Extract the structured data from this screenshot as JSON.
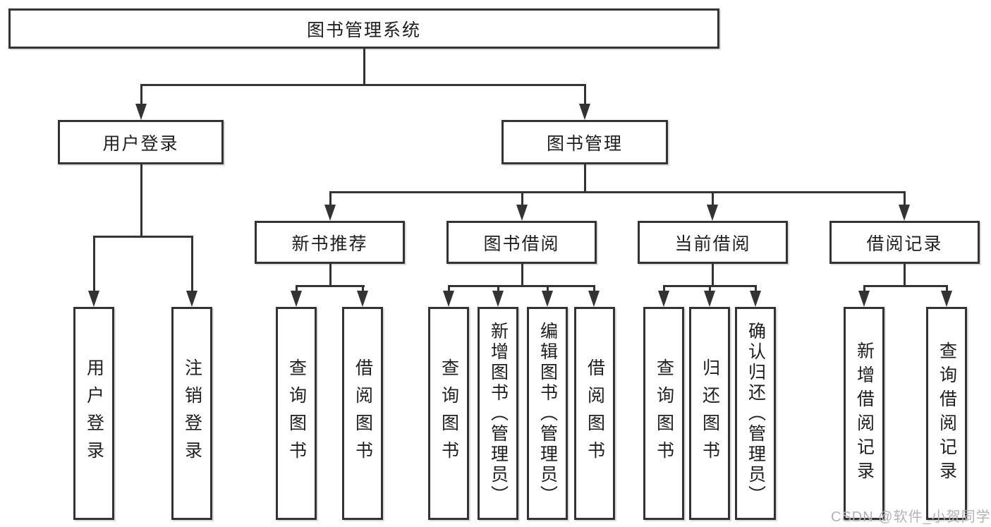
{
  "tree": {
    "label": "图书管理系统",
    "children": [
      {
        "label": "用户登录",
        "children": [
          {
            "label": "用户登录"
          },
          {
            "label": "注销登录"
          }
        ]
      },
      {
        "label": "图书管理",
        "children": [
          {
            "label": "新书推荐",
            "children": [
              {
                "label": "查询图书"
              },
              {
                "label": "借阅图书"
              }
            ]
          },
          {
            "label": "图书借阅",
            "children": [
              {
                "label": "查询图书"
              },
              {
                "label": "新增图书（管理员）"
              },
              {
                "label": "编辑图书（管理员）"
              },
              {
                "label": "借阅图书"
              }
            ]
          },
          {
            "label": "当前借阅",
            "children": [
              {
                "label": "查询图书"
              },
              {
                "label": "归还图书"
              },
              {
                "label": "确认归还（管理员）"
              }
            ]
          },
          {
            "label": "借阅记录",
            "children": [
              {
                "label": "新增借阅记录"
              },
              {
                "label": "查询借阅记录"
              }
            ]
          }
        ]
      }
    ]
  },
  "watermark": {
    "text": "CSDN @软件_小贺同学"
  },
  "colors": {
    "line": "#333333",
    "border": "#333333",
    "text": "#1e1e1e",
    "watermark": "#b3b3b3"
  }
}
